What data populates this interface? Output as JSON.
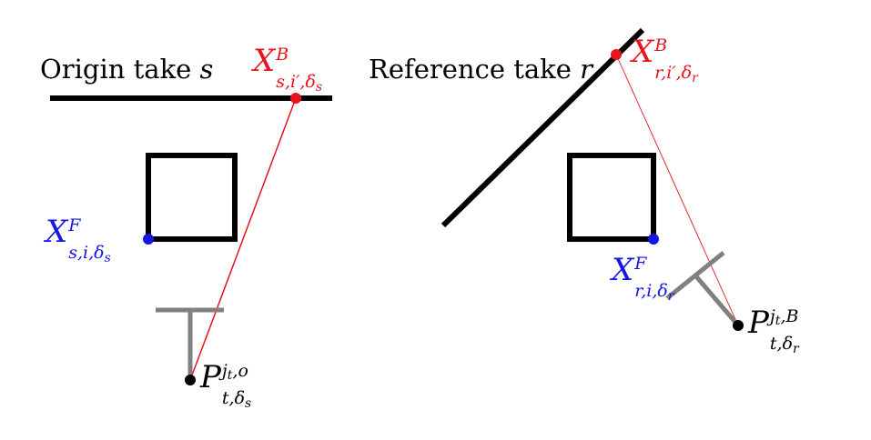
{
  "colors": {
    "black": "#000000",
    "red": "#e8141c",
    "blue": "#1515e6",
    "gray": "#808080"
  },
  "origin": {
    "title_text": "Origin take",
    "title_var": "s",
    "xb": {
      "base": "X",
      "sup": "B",
      "sub_main": "s,i′,δ",
      "sub_sub": "s"
    },
    "xf": {
      "base": "X",
      "sup": "F",
      "sub_main": "s,i,δ",
      "sub_sub": "s"
    },
    "p": {
      "base": "P",
      "sup_main": "j",
      "sup_sub": "t",
      "sup_tail": ",o",
      "sub_main": "t,δ",
      "sub_sub": "s"
    }
  },
  "reference": {
    "title_text": "Reference take",
    "title_var": "r",
    "xb": {
      "base": "X",
      "sup": "B",
      "sub_main": "r,i′,δ",
      "sub_sub": "r"
    },
    "xf": {
      "base": "X",
      "sup": "F",
      "sub_main": "r,i,δ",
      "sub_sub": "r"
    },
    "p": {
      "base": "P",
      "sup_main": "j",
      "sup_sub": "t",
      "sup_tail": ",B",
      "sub_main": "t,δ",
      "sub_sub": "r"
    }
  }
}
